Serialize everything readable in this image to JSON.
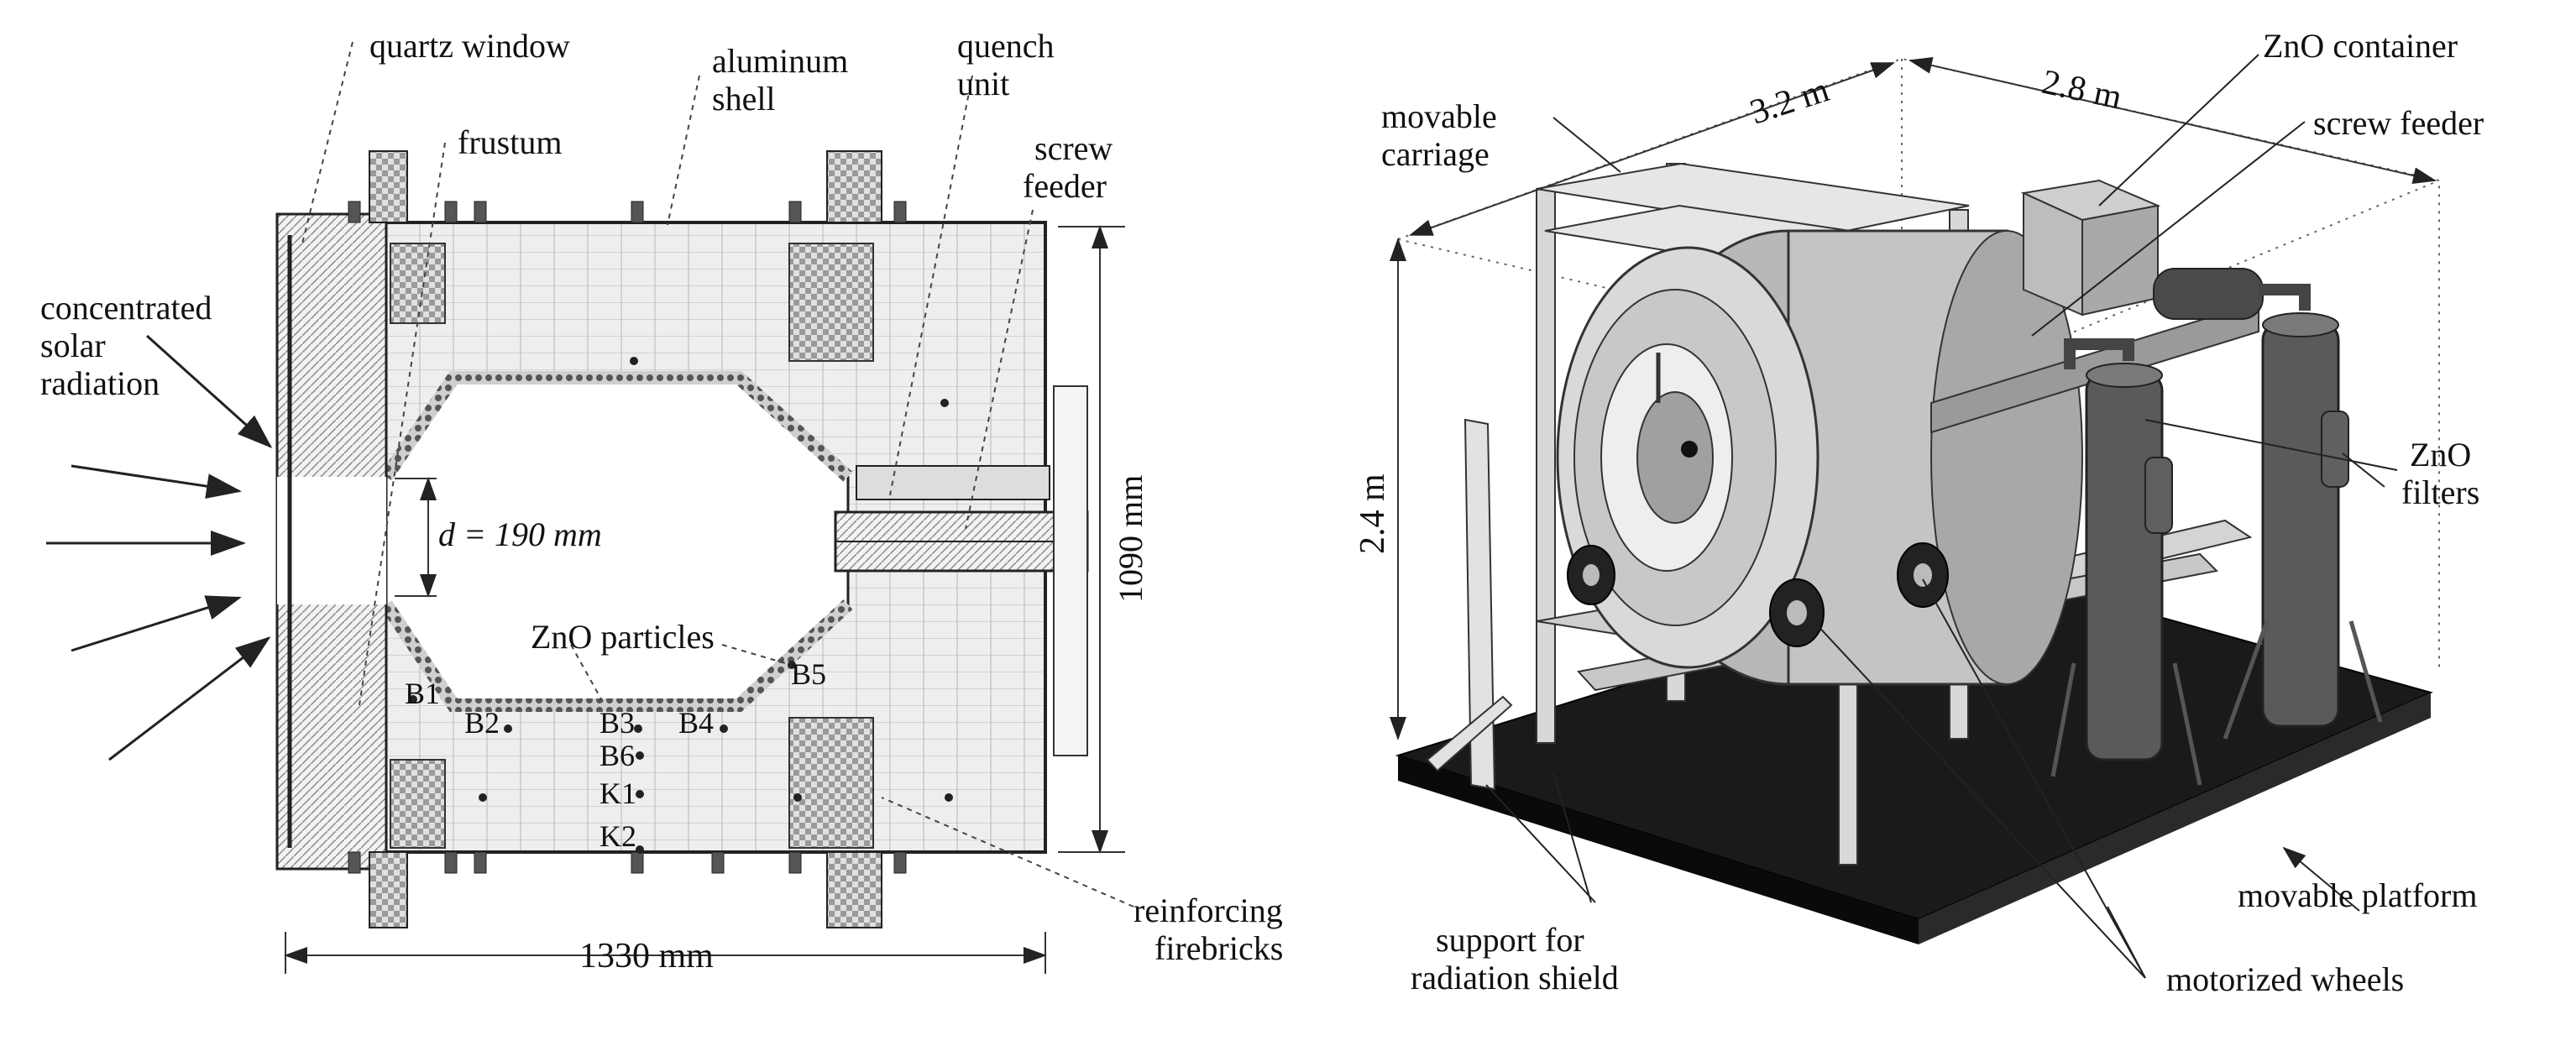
{
  "left_diagram": {
    "labels": {
      "quartz_window": "quartz window",
      "aluminum": "aluminum",
      "shell": "shell",
      "quench": "quench",
      "unit": "unit",
      "screw": "screw",
      "feeder": "feeder",
      "frustum": "frustum",
      "concentrated": "concentrated",
      "solar": "solar",
      "radiation": "radiation",
      "aperture": "d = 190 mm",
      "height": "1090 mm",
      "width": "1330 mm",
      "zno_particles": "ZnO particles",
      "reinforcing": "reinforcing",
      "firebricks": "firebricks"
    },
    "probes": {
      "B1": "B1",
      "B2": "B2",
      "B3": "B3",
      "B4": "B4",
      "B5": "B5",
      "B6": "B6",
      "K1": "K1",
      "K2": "K2"
    }
  },
  "right_diagram": {
    "labels": {
      "movable": "movable",
      "carriage": "carriage",
      "dim_length": "3.2 m",
      "dim_depth": "2.8 m",
      "dim_height": "2.4 m",
      "zno_container": "ZnO container",
      "screw_feeder": "screw feeder",
      "zno": "ZnO",
      "filters": "filters",
      "movable_platform": "movable platform",
      "support_for": "support for",
      "radiation_shield": "radiation shield",
      "motorized_wheels": "motorized wheels"
    }
  },
  "colors": {
    "ink": "#111111",
    "metal": "#d0d0d0",
    "dark_metal": "#555555",
    "platform": "#1a1a1a"
  }
}
